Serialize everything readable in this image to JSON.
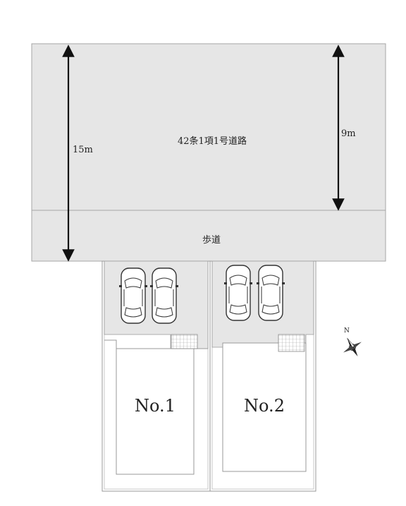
{
  "road": {
    "label": "42条1項1号道路",
    "width_label": "9m"
  },
  "sidewalk": {
    "label": "歩道"
  },
  "total_width_label": "15m",
  "lots": [
    {
      "label": "No.1"
    },
    {
      "label": "No.2"
    }
  ],
  "compass": {
    "north_label": "N"
  },
  "colors": {
    "road_fill": "#e6e6e6",
    "parking_fill": "#e6e6e6",
    "line": "#9a9a9a",
    "arrow": "#111111"
  }
}
